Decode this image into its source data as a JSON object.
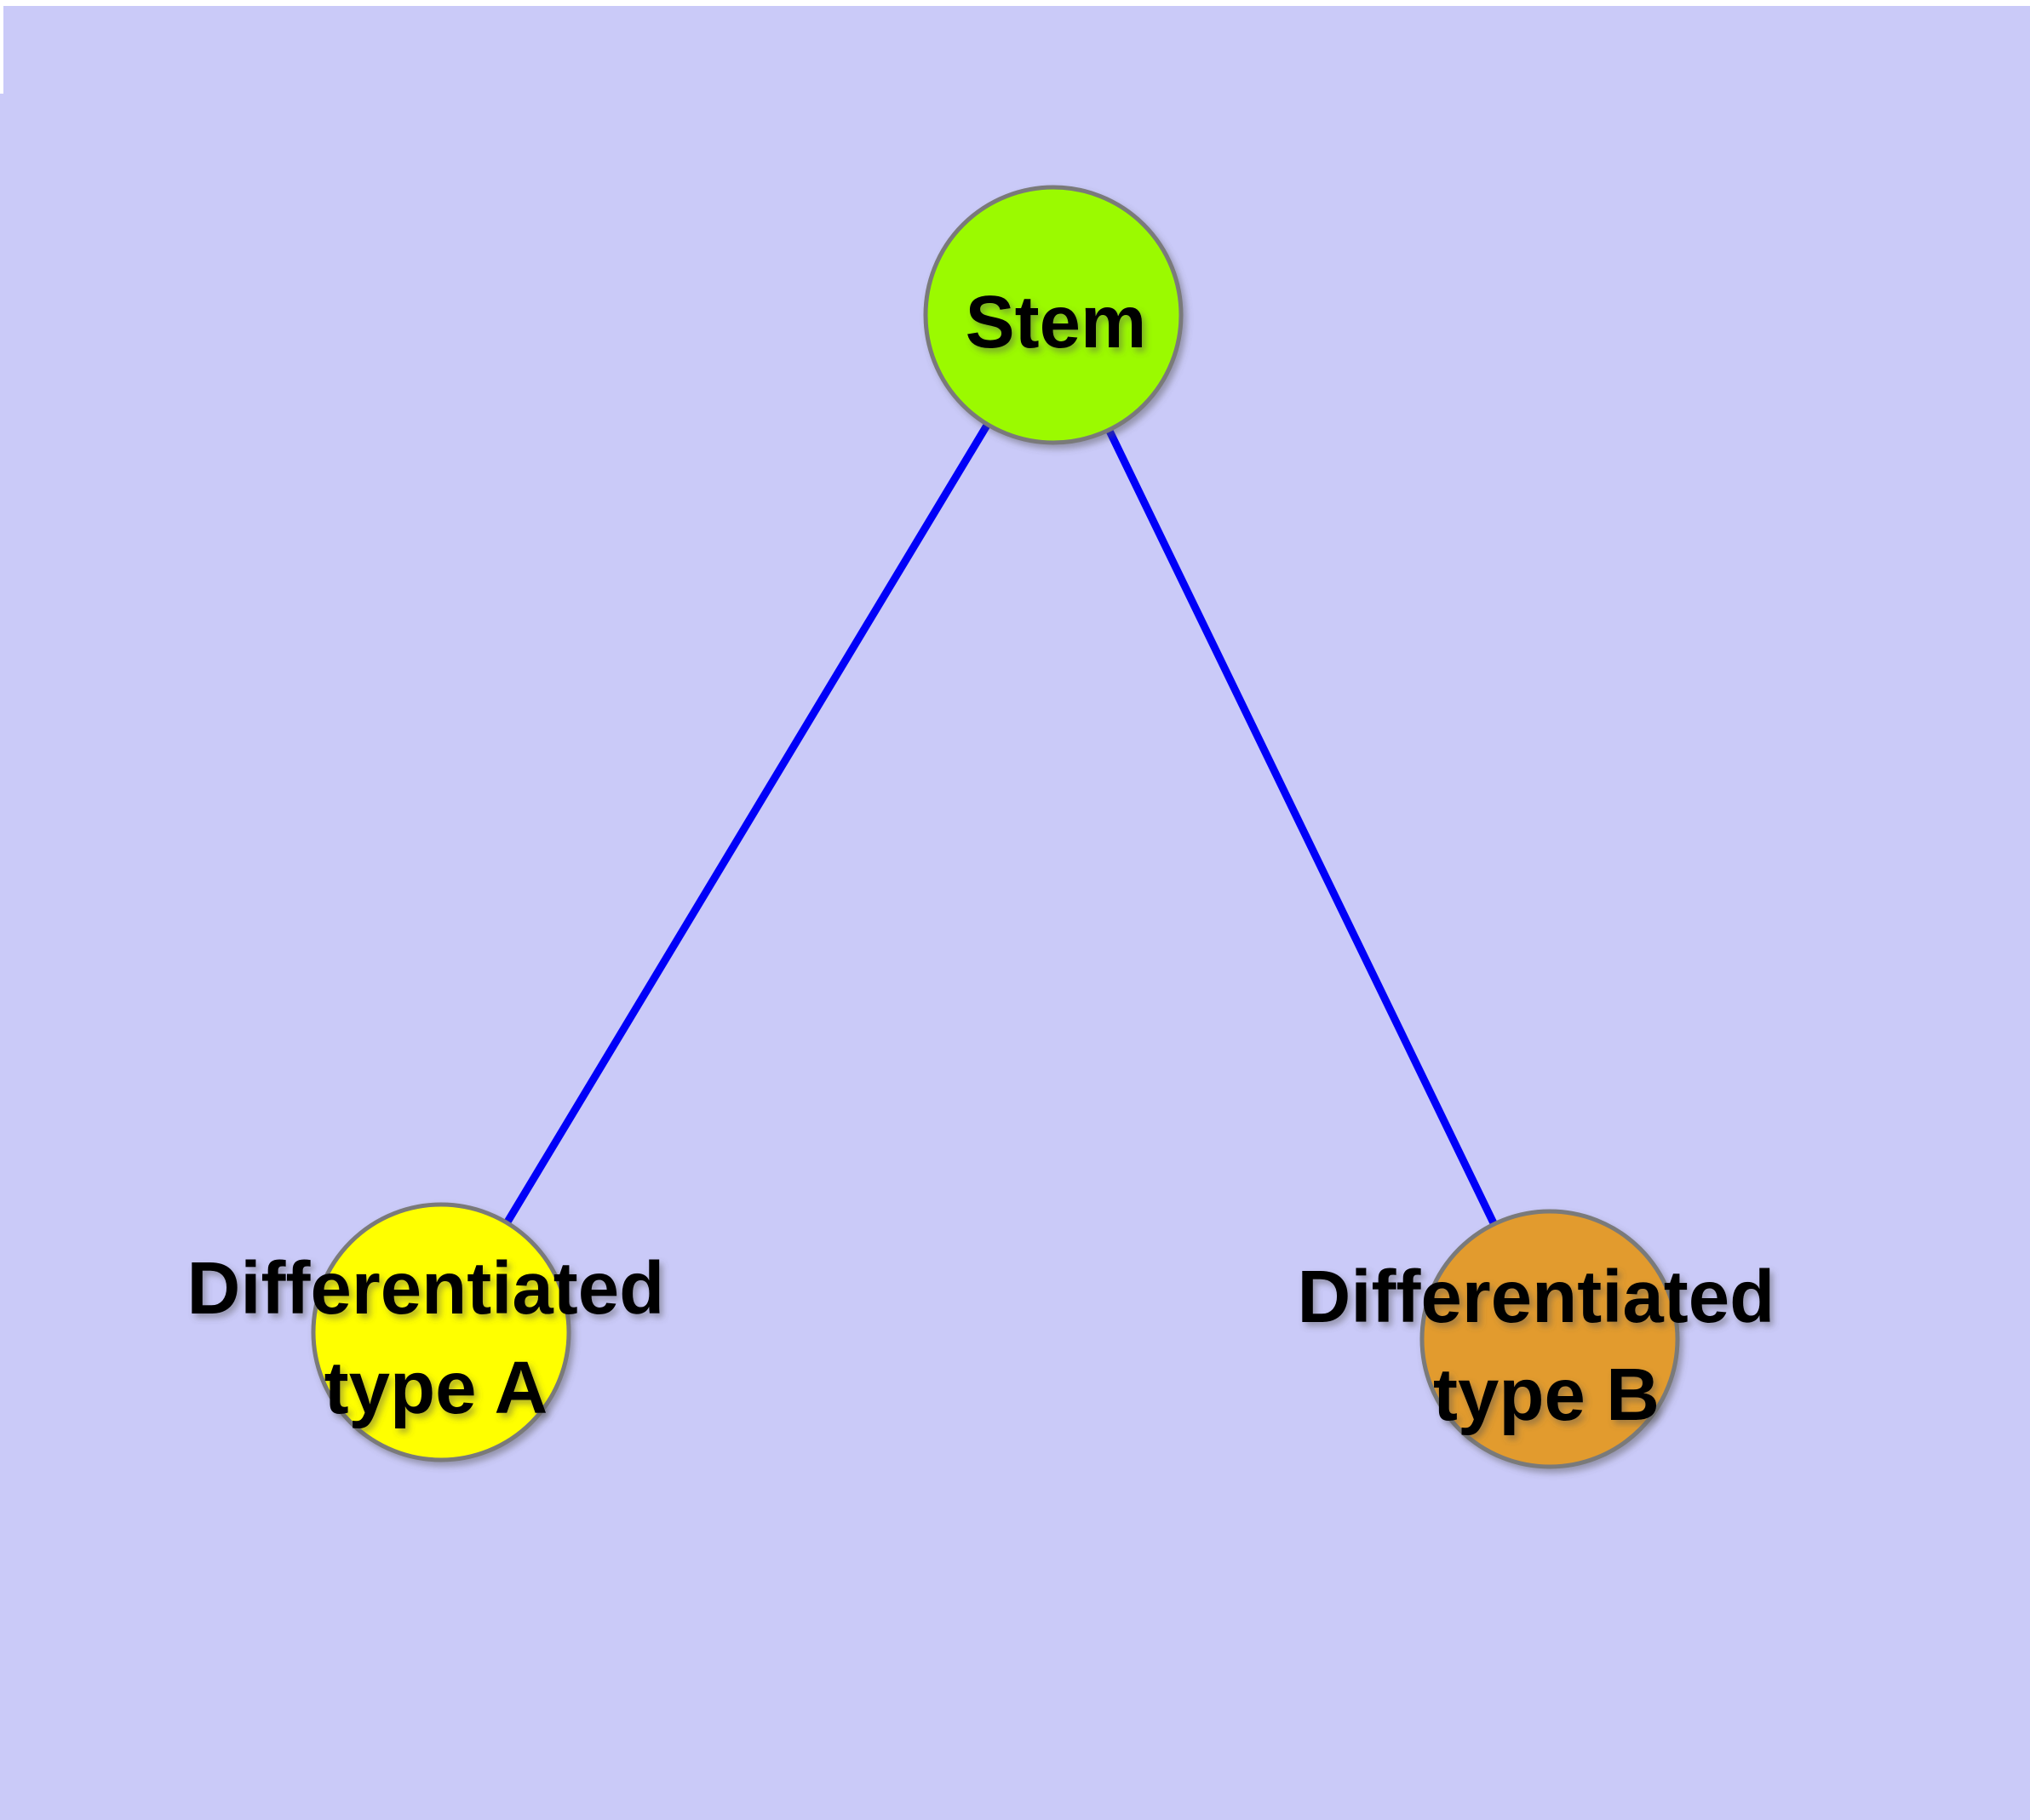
{
  "diagram": {
    "type": "graph",
    "description": "Cell differentiation tree: a Stem node connected to two differentiated cell-type nodes",
    "background_color": "#cacaf8",
    "page_margin_color": "#ffffff",
    "node_border_color": "#7a7a7a",
    "edge_color": "#0000f8",
    "label_color": "#000000",
    "nodes": [
      {
        "id": "stem",
        "label": "Stem",
        "fill_color": "#9bfa00"
      },
      {
        "id": "differentiated-type-a",
        "label_line1": "Differentiated",
        "label_line2": "type A",
        "fill_color": "#ffff00"
      },
      {
        "id": "differentiated-type-b",
        "label_line1": "Differentiated",
        "label_line2": "type B",
        "fill_color": "#e29b2d"
      }
    ],
    "edges": [
      {
        "from": "stem",
        "to": "differentiated-type-a"
      },
      {
        "from": "stem",
        "to": "differentiated-type-b"
      }
    ]
  }
}
